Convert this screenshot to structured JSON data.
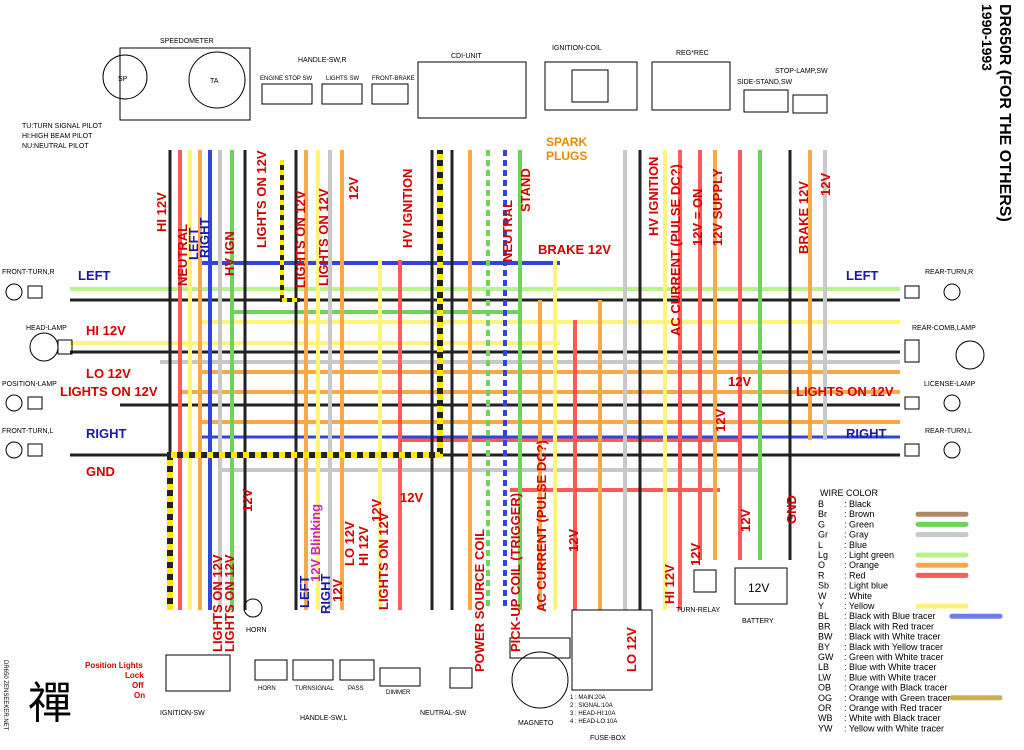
{
  "title": "DR650R (FOR THE OTHERS)",
  "years": "1990-1993",
  "watermark": "DR650 ZENSEEKER.NET",
  "logo_glyph": "禪",
  "components": {
    "speedometer": "SPEEDOMETER",
    "handle_sw_r": "HANDLE-SW,R",
    "engine_stop_sw": "ENGINE STOP SW",
    "lights_sw": "LIGHTS SW",
    "front_brake": "FRONT-BRAKE",
    "cdi_unit": "CDI-UNIT",
    "ignition_coil": "IGNITION-COIL",
    "reg_rec": "REG*REC",
    "stop_lamp_sw": "STOP-LAMP,SW",
    "side_stand_sw": "SIDE-STAND,SW",
    "front_turn_r": "FRONT-TURN,R",
    "head_lamp": "HEAD-LAMP",
    "position_lamp": "POSITION-LAMP",
    "front_turn_l": "FRONT-TURN,L",
    "rear_turn_r": "REAR-TURN,R",
    "rear_comb_lamp": "REAR-COMB,LAMP",
    "license_lamp": "LICENSE-LAMP",
    "rear_turn_l": "REAR-TURN,L",
    "horn": "HORN",
    "turn_signal": "TURNSIGNAL",
    "pass": "PASS",
    "dimmer": "DIMMER",
    "handle_sw_l": "HANDLE-SW,L",
    "ignition_sw": "IGNITION-SW",
    "neutral_sw": "NEUTRAL-SW",
    "magneto": "MAGNETO",
    "fuse_box": "FUSE-BOX",
    "turn_relay": "TURN-RELAY",
    "battery": "BATTERY",
    "battery_voltage": "12V",
    "sp": "SP",
    "ta": "TA"
  },
  "pilot_notes": [
    "TU:TURN SIGNAL PILOT",
    "HI:HIGH BEAM PILOT",
    "NU:NEUTRAL PILOT"
  ],
  "fuse_list": [
    "1 : MAIN:20A",
    "2 : SIGNAL:10A",
    "3 : HEAD-HI:10A",
    "4 : HEAD-LO:10A"
  ],
  "ignition_positions": [
    "Position Lights",
    "Lock",
    "Off",
    "On"
  ],
  "annotations": {
    "hi_12v_vert": "HI 12V",
    "neutral_b": "NEUTRAL",
    "left_v": "LEFT",
    "right_v": "RIGHT",
    "hv_ign_v": "HV IGN",
    "lights_on_12v_a": "LIGHTS ON 12V",
    "lights_on_12v_b": "LIGHTS ON 12V",
    "lights_on_12v_c": "LIGHTS ON 12V",
    "v12_a": "12V",
    "hv_ignition_1": "HV IGNITION",
    "neutral_cdi": "NEUTRAL",
    "stand": "STAND",
    "spark_plugs": "SPARK\nPLUGS",
    "brake_12v": "BRAKE 12V",
    "hv_ignition_2": "HV IGNITION",
    "ac_current_top": "AC CURRENT (PULSE DC?)",
    "v12_on": "12V = ON",
    "v12_supply": "12V SUPPLY",
    "brake_12v_right": "BRAKE 12V",
    "v12_right": "12V",
    "left_front": "LEFT",
    "left_rear": "LEFT",
    "hi_12v": "HI 12V",
    "lo_12v": "LO 12V",
    "lights_on_12v_front": "LIGHTS ON 12V",
    "lights_on_12v_rear": "LIGHTS ON 12V",
    "v12_mid": "12V",
    "v12_mid2": "12V",
    "right_front": "RIGHT",
    "right_rear": "RIGHT",
    "gnd_left": "GND",
    "v12_center": "12V",
    "v12_ign": "12V",
    "lights_on_12v_l1": "LIGHTS ON 12V",
    "lights_on_12v_l2": "LIGHTS ON 12V",
    "blinking": "12V Blinking",
    "left_sw": "LEFT",
    "right_sw": "RIGHT",
    "v12_sw": "12V",
    "lo_12v_sw": "LO 12V",
    "hi_12v_sw": "HI 12V",
    "v12_sw2": "12V",
    "lights_on_12v_sw": "LIGHTS ON 12V",
    "power_source_coil": "POWER SOURCE COIL",
    "pickup_coil": "PICK-UP COIL (TRIGGER)",
    "ac_current_bottom": "AC CURRENT (PULSE DC?)",
    "v12_fuse": "12V",
    "lo_12v_fuse": "LO 12V",
    "hi_12v_fuse": "HI 12V",
    "v12_relay": "12V",
    "v12_batt": "12V",
    "gnd_batt": "GND"
  },
  "wire_color_legend": {
    "title": "WIRE COLOR",
    "entries": [
      {
        "code": "B",
        "name": ": Black",
        "color": ""
      },
      {
        "code": "Br",
        "name": ": Brown",
        "color": "#b08968"
      },
      {
        "code": "G",
        "name": ": Green",
        "color": "#6fd35a"
      },
      {
        "code": "Gr",
        "name": ": Gray",
        "color": "#c8c8c8"
      },
      {
        "code": "L",
        "name": ": Blue",
        "color": ""
      },
      {
        "code": "Lg",
        "name": ": Light green",
        "color": "#b8f28a"
      },
      {
        "code": "O",
        "name": ": Orange",
        "color": "#f7a94a"
      },
      {
        "code": "R",
        "name": ": Red",
        "color": "#ff5a5a"
      },
      {
        "code": "Sb",
        "name": ": Light blue",
        "color": ""
      },
      {
        "code": "W",
        "name": ": White",
        "color": ""
      },
      {
        "code": "Y",
        "name": ": Yellow",
        "color": "#fff37a"
      },
      {
        "code": "BL",
        "name": ": Black with Blue tracer",
        "color": "#6b7de8"
      },
      {
        "code": "BR",
        "name": ": Black with Red tracer",
        "color": ""
      },
      {
        "code": "BW",
        "name": ": Black with White tracer",
        "color": ""
      },
      {
        "code": "BY",
        "name": ": Black with Yellow tracer",
        "color": ""
      },
      {
        "code": "GW",
        "name": ": Green with White tracer",
        "color": ""
      },
      {
        "code": "LB",
        "name": ": Blue with White tracer",
        "color": ""
      },
      {
        "code": "LW",
        "name": ": Blue with White tracer",
        "color": ""
      },
      {
        "code": "OB",
        "name": ": Orange with Black tracer",
        "color": ""
      },
      {
        "code": "OG",
        "name": ": Orange with Green tracer",
        "color": "#c8b050"
      },
      {
        "code": "OR",
        "name": ": Orange with Red tracer",
        "color": ""
      },
      {
        "code": "WB",
        "name": ": White with Black tracer",
        "color": ""
      },
      {
        "code": "YW",
        "name": ": Yellow with White tracer",
        "color": ""
      }
    ]
  }
}
